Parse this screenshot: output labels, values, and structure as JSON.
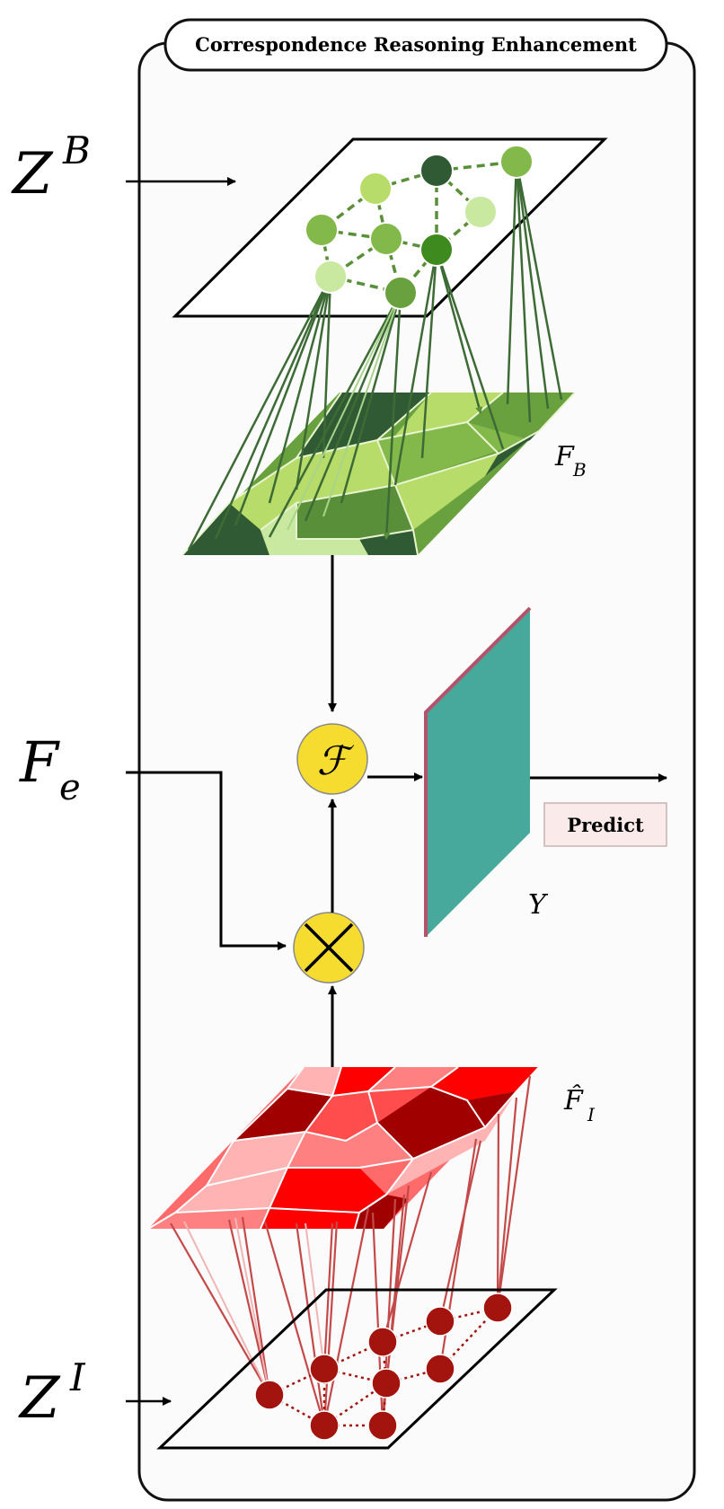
{
  "title": "Correspondence Reasoning Enhancement",
  "inputs": {
    "zb_main": "Z",
    "zb_sup": "B",
    "fe_main": "F",
    "fe_sub": "e",
    "zi_main": "Z",
    "zi_sup": "I"
  },
  "labels": {
    "fb_main": "F",
    "fb_sub": "B",
    "fi_main": "F̂",
    "fi_sub": "I",
    "y": "Y",
    "fusion_symbol": "ℱ",
    "multiply_symbol": "×"
  },
  "predict_label": "Predict",
  "colors": {
    "green_dark": "#2f5a33",
    "green_mid": "#6aa13f",
    "green_light": "#b7dc6a",
    "green_pale": "#c9e8a0",
    "red_dark": "#a10000",
    "red_mid": "#ff4d4d",
    "red_bright": "#ff0000",
    "red_pale": "#ffb3b3",
    "node_red": "#a3140f",
    "teal": "#47a89c",
    "yellow": "#f7dc30",
    "predict_bg": "#fbeaea"
  }
}
